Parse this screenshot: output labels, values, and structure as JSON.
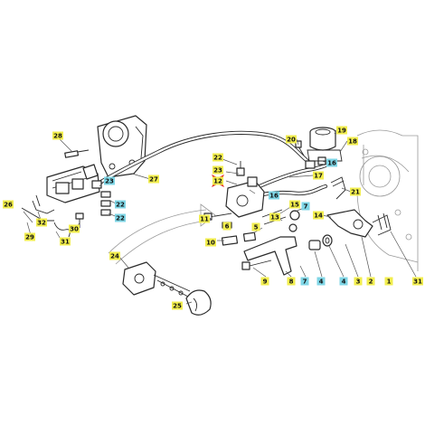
{
  "colors": {
    "yellow_tag": "#f2ee4e",
    "cyan_tag": "#7fd6e6",
    "highlight_cross": "#e02020"
  },
  "callouts": [
    {
      "id": "28",
      "style": "yellow"
    },
    {
      "id": "27",
      "style": "yellow"
    },
    {
      "id": "23a",
      "text": "23",
      "style": "cyan"
    },
    {
      "id": "22a",
      "text": "22",
      "style": "cyan"
    },
    {
      "id": "26",
      "style": "yellow"
    },
    {
      "id": "32",
      "style": "yellow"
    },
    {
      "id": "29",
      "style": "yellow"
    },
    {
      "id": "31a",
      "text": "31",
      "style": "yellow"
    },
    {
      "id": "30",
      "style": "yellow"
    },
    {
      "id": "22b",
      "text": "22",
      "style": "cyan"
    },
    {
      "id": "22c",
      "text": "22",
      "style": "yellow"
    },
    {
      "id": "23b",
      "text": "23",
      "style": "yellow"
    },
    {
      "id": "12",
      "style": "yellow"
    },
    {
      "id": "16a",
      "text": "16",
      "style": "cyan"
    },
    {
      "id": "17",
      "style": "yellow"
    },
    {
      "id": "20",
      "style": "yellow"
    },
    {
      "id": "19",
      "style": "yellow"
    },
    {
      "id": "18",
      "style": "yellow"
    },
    {
      "id": "16b",
      "text": "16",
      "style": "cyan"
    },
    {
      "id": "21",
      "style": "yellow"
    },
    {
      "id": "11",
      "style": "yellow"
    },
    {
      "id": "6",
      "style": "yellow"
    },
    {
      "id": "15",
      "style": "yellow"
    },
    {
      "id": "7a",
      "text": "7",
      "style": "cyan"
    },
    {
      "id": "14",
      "style": "yellow"
    },
    {
      "id": "13",
      "style": "yellow"
    },
    {
      "id": "5",
      "style": "yellow"
    },
    {
      "id": "10",
      "style": "yellow"
    },
    {
      "id": "24",
      "style": "yellow"
    },
    {
      "id": "9",
      "style": "yellow"
    },
    {
      "id": "8",
      "style": "yellow"
    },
    {
      "id": "7b",
      "text": "7",
      "style": "cyan"
    },
    {
      "id": "4a",
      "text": "4",
      "style": "cyan"
    },
    {
      "id": "4b",
      "text": "4",
      "style": "cyan"
    },
    {
      "id": "3",
      "style": "yellow"
    },
    {
      "id": "2",
      "style": "yellow"
    },
    {
      "id": "1",
      "style": "yellow"
    },
    {
      "id": "31b",
      "text": "31",
      "style": "yellow"
    },
    {
      "id": "25",
      "style": "yellow"
    }
  ]
}
